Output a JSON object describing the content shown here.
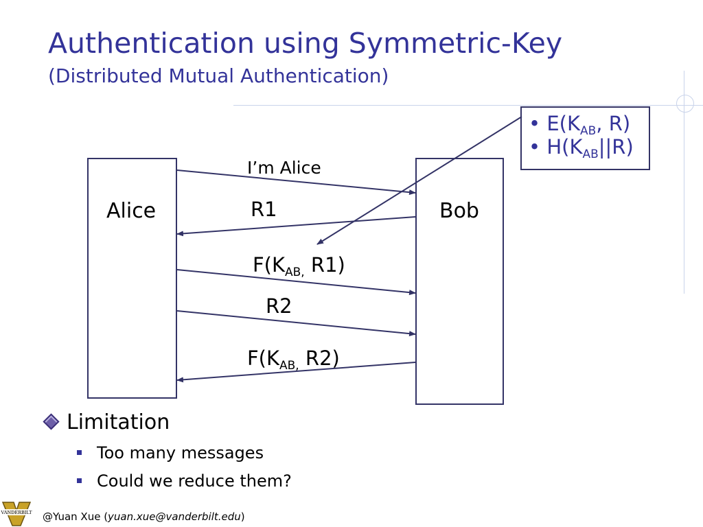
{
  "slide": {
    "title": "Authentication using Symmetric-Key",
    "subtitle": "(Distributed Mutual Authentication)"
  },
  "diagram": {
    "left_entity": "Alice",
    "right_entity": "Bob",
    "messages": [
      {
        "main": "I’m Alice",
        "sub": "",
        "tail": "",
        "direction": "to-right"
      },
      {
        "main": "R1",
        "sub": "",
        "tail": "",
        "direction": "to-left"
      },
      {
        "main": "F(K",
        "sub": "AB,",
        "tail": " R1)",
        "direction": "to-right"
      },
      {
        "main": "R2",
        "sub": "",
        "tail": "",
        "direction": "to-right"
      },
      {
        "main": "F(K",
        "sub": "AB,",
        "tail": " R2)",
        "direction": "to-left"
      }
    ],
    "callout": {
      "items": [
        {
          "bullet": "•",
          "main": " E(K",
          "sub": "AB",
          "tail": ", R)"
        },
        {
          "bullet": "•",
          "main": " H(K",
          "sub": "AB",
          "tail": "||R)"
        }
      ]
    }
  },
  "bullets": {
    "heading": "Limitation",
    "items": [
      "Too many messages",
      "Could we reduce them?"
    ]
  },
  "footer": {
    "author": "@Yuan Xue (",
    "email": "yuan.xue@vanderbilt.edu",
    "close": ")",
    "logo_text": "VANDERBILT"
  },
  "colors": {
    "title": "#333399",
    "lines": "#333366"
  }
}
